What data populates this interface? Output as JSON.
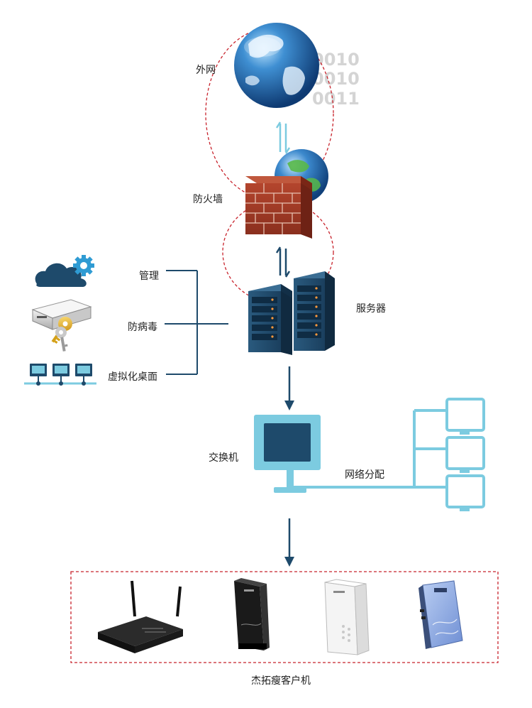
{
  "nodes": {
    "internet": {
      "label": "外网"
    },
    "firewall": {
      "label": "防火墙"
    },
    "server": {
      "label": "服务器"
    },
    "switch": {
      "label": "交换机"
    },
    "distribution": {
      "label": "网络分配"
    },
    "clients": {
      "label": "杰拓瘦客户机"
    }
  },
  "services": [
    {
      "label": "管理",
      "icon": "cloud-settings-icon"
    },
    {
      "label": "防病毒",
      "icon": "drive-keys-icon"
    },
    {
      "label": "虚拟化桌面",
      "icon": "network-desktops-icon"
    }
  ],
  "binary_text": [
    "0010",
    "0010",
    "0011"
  ],
  "colors": {
    "dark_navy": "#1e4a6b",
    "light_blue": "#7ccbe0",
    "dashed_red": "#c8232c",
    "brick": "#a8402b"
  }
}
